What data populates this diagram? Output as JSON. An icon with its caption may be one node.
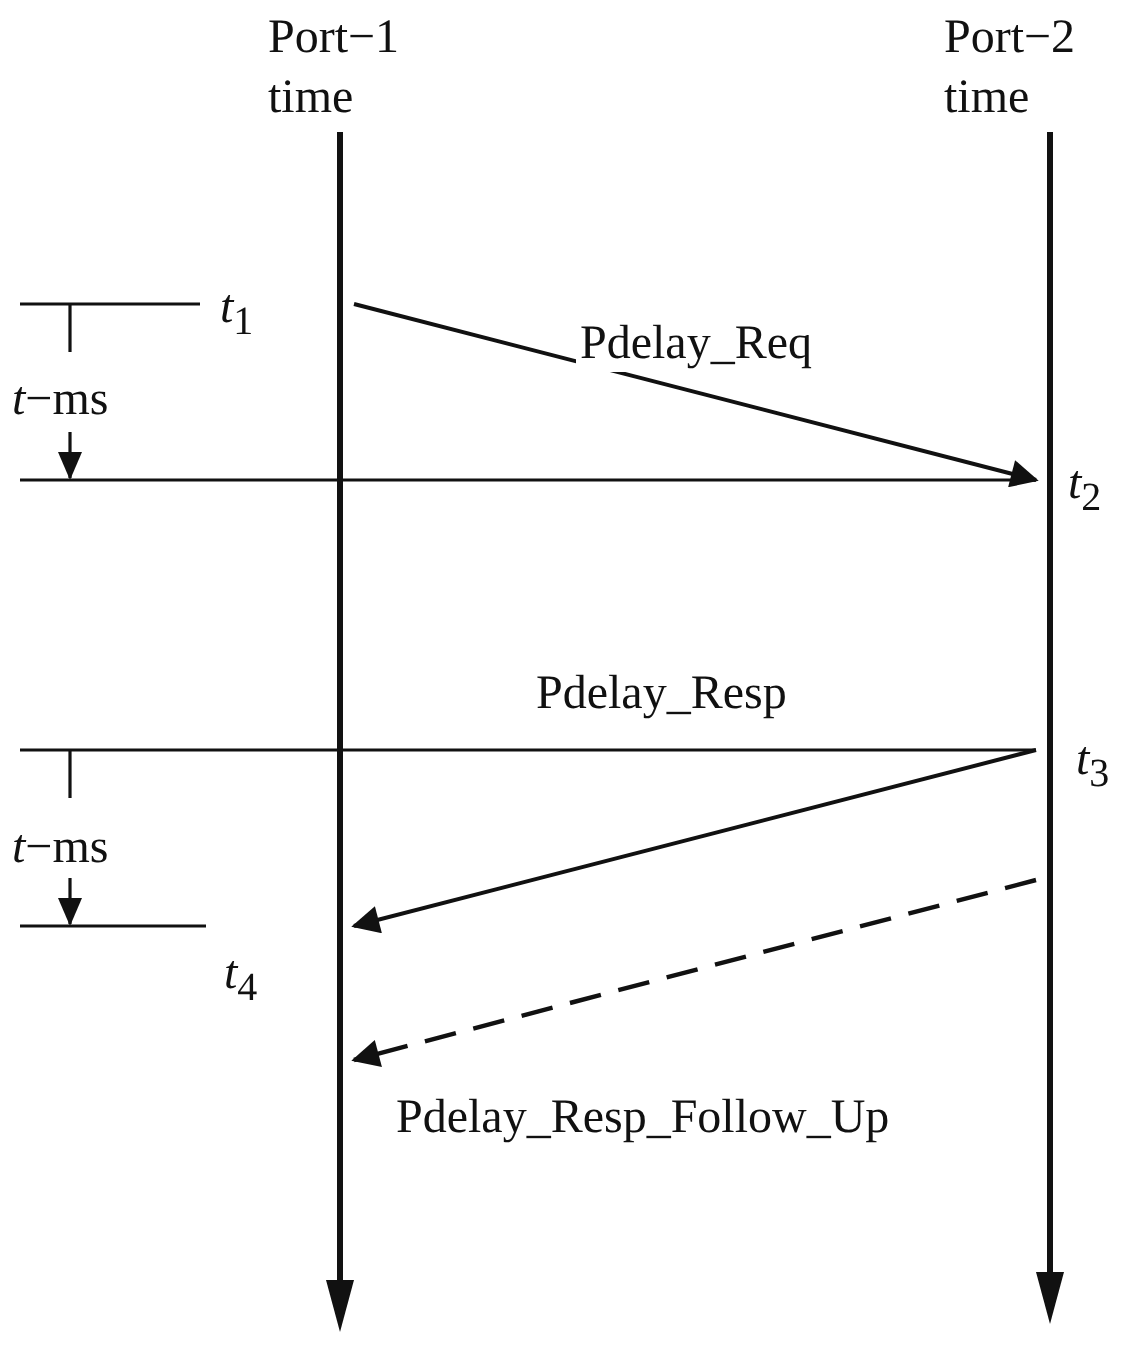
{
  "diagram": {
    "nodes": [
      {
        "text": [
          "Port−1 time"
        ]
      },
      {
        "text": [
          "Port−2 time"
        ]
      },
      {
        "text": [],
        "shape": "bar"
      },
      {
        "text": [],
        "shape": "bar"
      }
    ],
    "edges": [
      {
        "from": 2,
        "to": 3,
        "arrow": "to",
        "label": "Pdelay_Req"
      },
      {
        "from": 3,
        "to": 2,
        "arrow": "to",
        "label": "Pdelay_Resp"
      },
      {
        "from": 3,
        "to": 2,
        "arrow": "to",
        "label": "Pdelay_Resp_Follow_Up",
        "style": "dashed"
      }
    ],
    "labels": [
      "*t*$_{1}$",
      "*t*−ms",
      "*t*$_{2}$",
      "*t*$_{3}$",
      "*t*−ms",
      "*t*$_{4}$"
    ]
  }
}
